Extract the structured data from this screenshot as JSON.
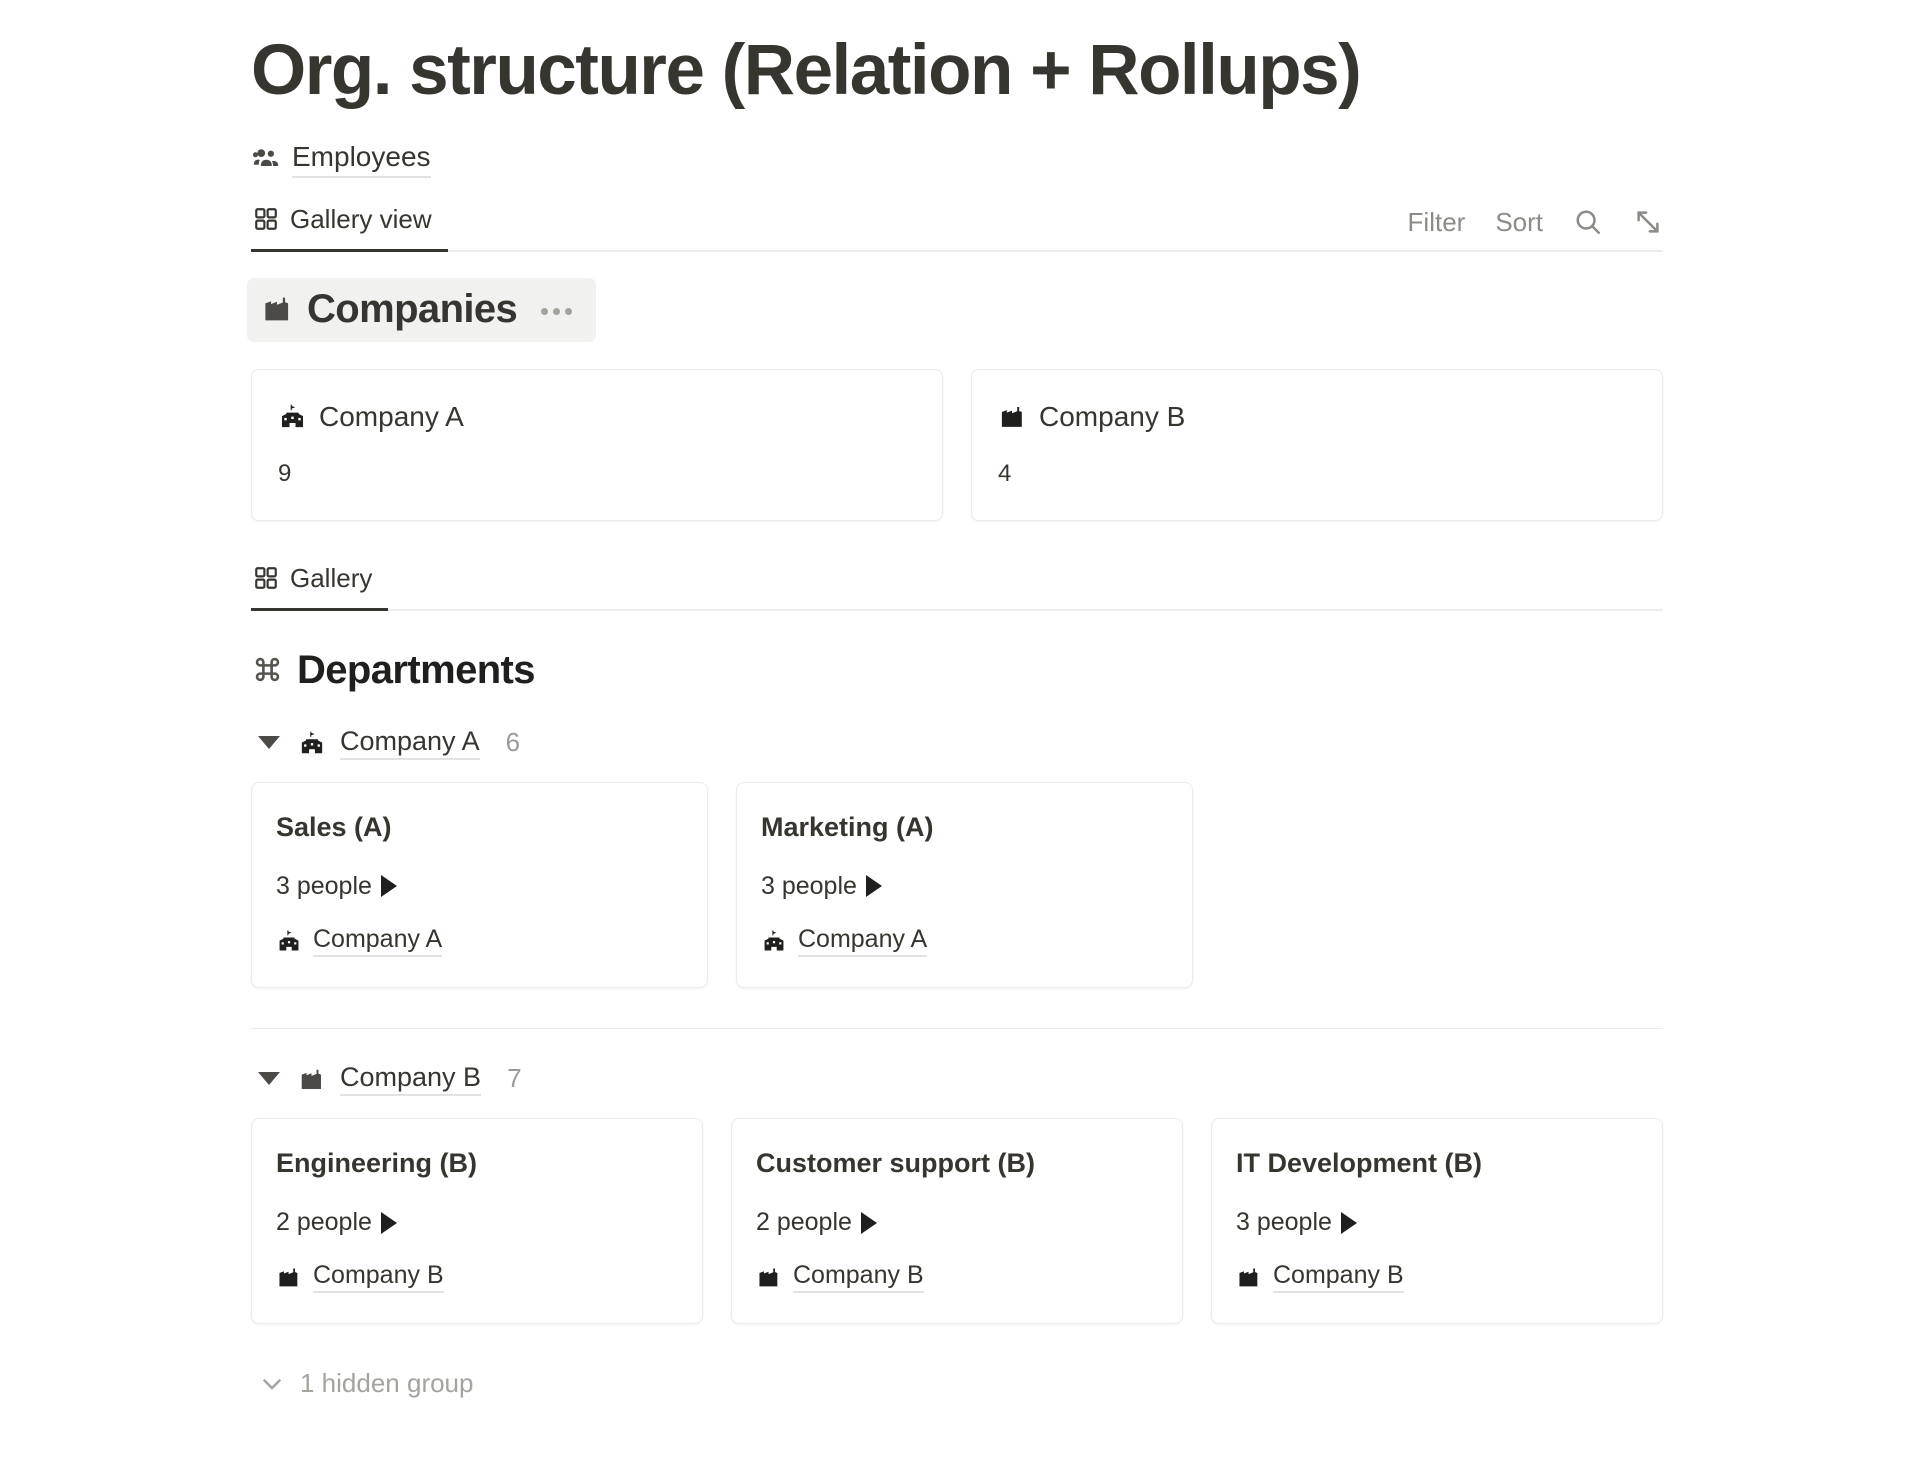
{
  "page": {
    "title": "Org. structure (Relation + Rollups)"
  },
  "database_link": {
    "label": "Employees",
    "icon": "people-group-icon"
  },
  "view_bar": {
    "tab_label": "Gallery view",
    "tab_icon": "gallery-grid-icon",
    "filter_label": "Filter",
    "sort_label": "Sort",
    "search_icon": "search-icon",
    "expand_icon": "expand-diagonal-icon"
  },
  "companies_collection": {
    "title": "Companies",
    "icon": "factory-building-icon",
    "menu_icon": "ellipsis-icon",
    "cards": [
      {
        "name": "Company A",
        "icon": "school-building-icon",
        "count": "9"
      },
      {
        "name": "Company B",
        "icon": "factory-building-icon",
        "count": "4"
      }
    ]
  },
  "gallery_tab": {
    "label": "Gallery",
    "icon": "gallery-grid-icon"
  },
  "departments_section": {
    "title": "Departments",
    "icon": "command-icon",
    "groups": [
      {
        "name": "Company A",
        "icon": "school-building-icon",
        "count": "6",
        "caret": "caret-down-icon",
        "cards": [
          {
            "title": "Sales (A)",
            "people": "3 people",
            "people_arrow": "triangle-right-icon",
            "relation": "Company A",
            "relation_icon": "school-building-icon"
          },
          {
            "title": "Marketing (A)",
            "people": "3 people",
            "people_arrow": "triangle-right-icon",
            "relation": "Company A",
            "relation_icon": "school-building-icon"
          }
        ]
      },
      {
        "name": "Company B",
        "icon": "factory-building-icon",
        "count": "7",
        "caret": "caret-down-icon",
        "cards": [
          {
            "title": "Engineering (B)",
            "people": "2 people",
            "people_arrow": "triangle-right-icon",
            "relation": "Company B",
            "relation_icon": "factory-building-icon"
          },
          {
            "title": "Customer support (B)",
            "people": "2 people",
            "people_arrow": "triangle-right-icon",
            "relation": "Company B",
            "relation_icon": "factory-building-icon"
          },
          {
            "title": "IT Development (B)",
            "people": "3 people",
            "people_arrow": "triangle-right-icon",
            "relation": "Company B",
            "relation_icon": "factory-building-icon"
          }
        ]
      }
    ]
  },
  "hidden_group": {
    "label": "1 hidden group",
    "icon": "chevron-down-icon"
  },
  "colors": {
    "text": "#37352f",
    "muted": "#9b9a97",
    "card_border": "#ebebea",
    "chip_bg": "#f1f1f0"
  }
}
